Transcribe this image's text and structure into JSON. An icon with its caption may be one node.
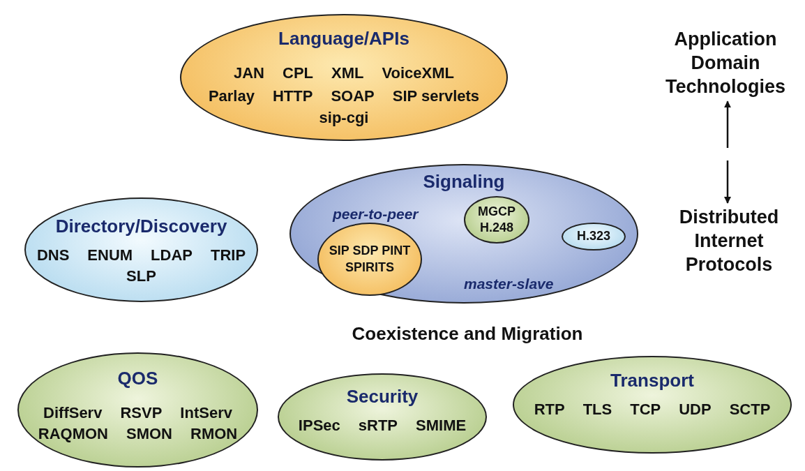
{
  "diagram": {
    "nodes": [
      {
        "text": [
          "Language/APIs",
          "JAN",
          "CPL",
          "XML",
          "VoiceXML",
          "Parlay",
          "HTTP",
          "SOAP",
          "SIP servlets",
          "sip-cgi"
        ]
      },
      {
        "text": [
          "Application Domain Technologies"
        ]
      },
      {
        "text": [
          "Directory/Discovery",
          "DNS",
          "ENUM",
          "LDAP",
          "TRIP",
          "SLP"
        ]
      },
      {
        "text": [
          "Signaling",
          "peer-to-peer",
          "master-slave"
        ]
      },
      {
        "text": [
          "SIP SDP PINT SPIRITS"
        ],
        "in": 3
      },
      {
        "text": [
          "MGCP H.248"
        ],
        "in": 3
      },
      {
        "text": [
          "H.323"
        ],
        "in": 3
      },
      {
        "text": [
          "Distributed Internet Protocols"
        ]
      },
      {
        "text": [
          "QOS",
          "DiffServ",
          "RSVP",
          "IntServ",
          "RAQMON",
          "SMON",
          "RMON"
        ]
      },
      {
        "text": [
          "Security",
          "IPSec",
          "sRTP",
          "SMIME"
        ]
      },
      {
        "text": [
          "Transport",
          "RTP",
          "TLS",
          "TCP",
          "UDP",
          "SCTP"
        ]
      }
    ],
    "edges": [
      {
        "from": null,
        "to": 1,
        "arrow": "to"
      },
      {
        "from": null,
        "to": 7,
        "arrow": "to"
      }
    ],
    "labels": [
      "Coexistence and Migration"
    ]
  }
}
